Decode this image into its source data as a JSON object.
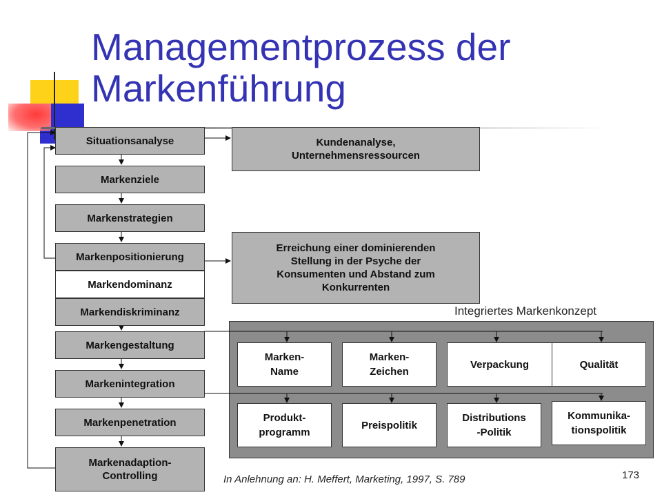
{
  "slide": {
    "title": "Managementprozess der Markenführung",
    "source": "In Anlehnung an: H. Meffert, Marketing, 1997, S. 789",
    "page_number": "173"
  },
  "process_steps": [
    "Situationsanalyse",
    "Markenziele",
    "Markenstrategien",
    "Markenpositionierung",
    "Markendominanz",
    "Markendiskriminanz",
    "Markengestaltung",
    "Markenintegration",
    "Markenpenetration",
    "Markenadaption-\nControlling"
  ],
  "notes": {
    "analysis": "Kundenanalyse,\nUnternehmensressourcen",
    "positioning": "Erreichung einer dominierenden\nStellung in der Psyche der\nKonsumenten und Abstand zum\nKonkurrenten"
  },
  "concept": {
    "label": "Integriertes Markenkonzept",
    "row1": [
      "Marken-\nName",
      "Marken-\nZeichen",
      "Verpackung",
      "Qualität"
    ],
    "row2": [
      "Produkt-\nprogramm",
      "Preispolitik",
      "Distributions\n-Politik",
      "Kommunika-\ntionspolitik"
    ]
  },
  "colors": {
    "title": "#3333b3",
    "box_fill": "#b3b3b3",
    "panel_fill": "#8c8c8c",
    "deco_yellow": "#ffd21a",
    "deco_blue": "#2f2fd0",
    "deco_red": "#ff3a3a"
  }
}
